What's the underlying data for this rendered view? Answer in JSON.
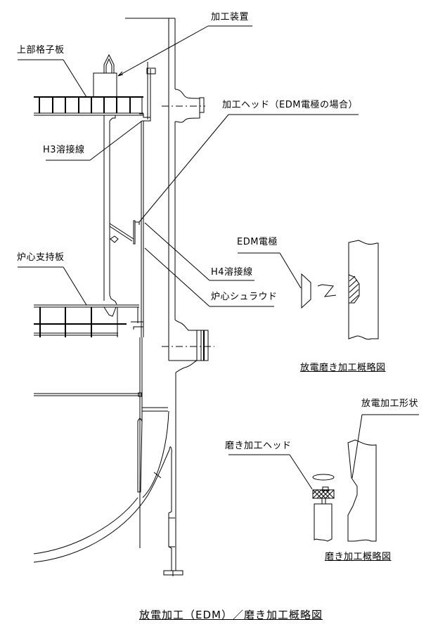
{
  "diagram": {
    "title": "放電加工（EDM）／磨き加工概略図",
    "labels": {
      "processing_device": "加工装置",
      "upper_grid_plate": "上部格子板",
      "processing_head_edm": "加工ヘッド（EDM電極の場合）",
      "h3_weld_line": "H3溶接線",
      "core_support_plate": "炉心支持板",
      "h4_weld_line": "H4溶接線",
      "core_shroud": "炉心シュラウド",
      "edm_electrode": "EDM電極",
      "polishing_head": "磨き加工ヘッド",
      "edm_shape": "放電加工形状"
    },
    "sub_captions": {
      "edm_polish_overview": "放電磨き加工概略図",
      "polish_overview": "磨き加工概略図"
    }
  }
}
